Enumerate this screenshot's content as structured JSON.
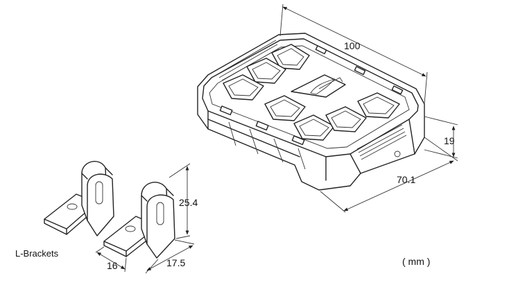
{
  "dimensions": {
    "length": "100",
    "width": "70.1",
    "height": "19",
    "bracket_height": "25.4",
    "bracket_depth": "16",
    "bracket_width": "17.5"
  },
  "labels": {
    "brackets": "L-Brackets",
    "unit": "( mm )"
  },
  "icons": {
    "logo": "dragon-logo-icon"
  }
}
